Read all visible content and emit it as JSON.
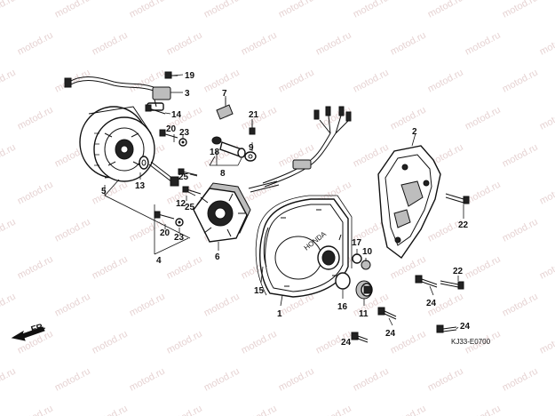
{
  "diagram": {
    "direction_label": "FR.",
    "drawing_code": "KJ33-E0700",
    "watermark_text": "motod.ru",
    "part_labels": [
      {
        "id": "19",
        "text": "19"
      },
      {
        "id": "3",
        "text": "3"
      },
      {
        "id": "14",
        "text": "14"
      },
      {
        "id": "20a",
        "text": "20"
      },
      {
        "id": "23a",
        "text": "23"
      },
      {
        "id": "9",
        "text": "9"
      },
      {
        "id": "7",
        "text": "7"
      },
      {
        "id": "21",
        "text": "21"
      },
      {
        "id": "18",
        "text": "18"
      },
      {
        "id": "8",
        "text": "8"
      },
      {
        "id": "2",
        "text": "2"
      },
      {
        "id": "5",
        "text": "5"
      },
      {
        "id": "13",
        "text": "13"
      },
      {
        "id": "25a",
        "text": "25"
      },
      {
        "id": "25b",
        "text": "25"
      },
      {
        "id": "12",
        "text": "12"
      },
      {
        "id": "20b",
        "text": "20"
      },
      {
        "id": "23b",
        "text": "23"
      },
      {
        "id": "4",
        "text": "4"
      },
      {
        "id": "6",
        "text": "6"
      },
      {
        "id": "22a",
        "text": "22"
      },
      {
        "id": "17",
        "text": "17"
      },
      {
        "id": "10",
        "text": "10"
      },
      {
        "id": "22b",
        "text": "22"
      },
      {
        "id": "15",
        "text": "15"
      },
      {
        "id": "1",
        "text": "1"
      },
      {
        "id": "16",
        "text": "16"
      },
      {
        "id": "11",
        "text": "11"
      },
      {
        "id": "24a",
        "text": "24"
      },
      {
        "id": "24b",
        "text": "24"
      },
      {
        "id": "24c",
        "text": "24"
      },
      {
        "id": "24d",
        "text": "24"
      }
    ]
  }
}
